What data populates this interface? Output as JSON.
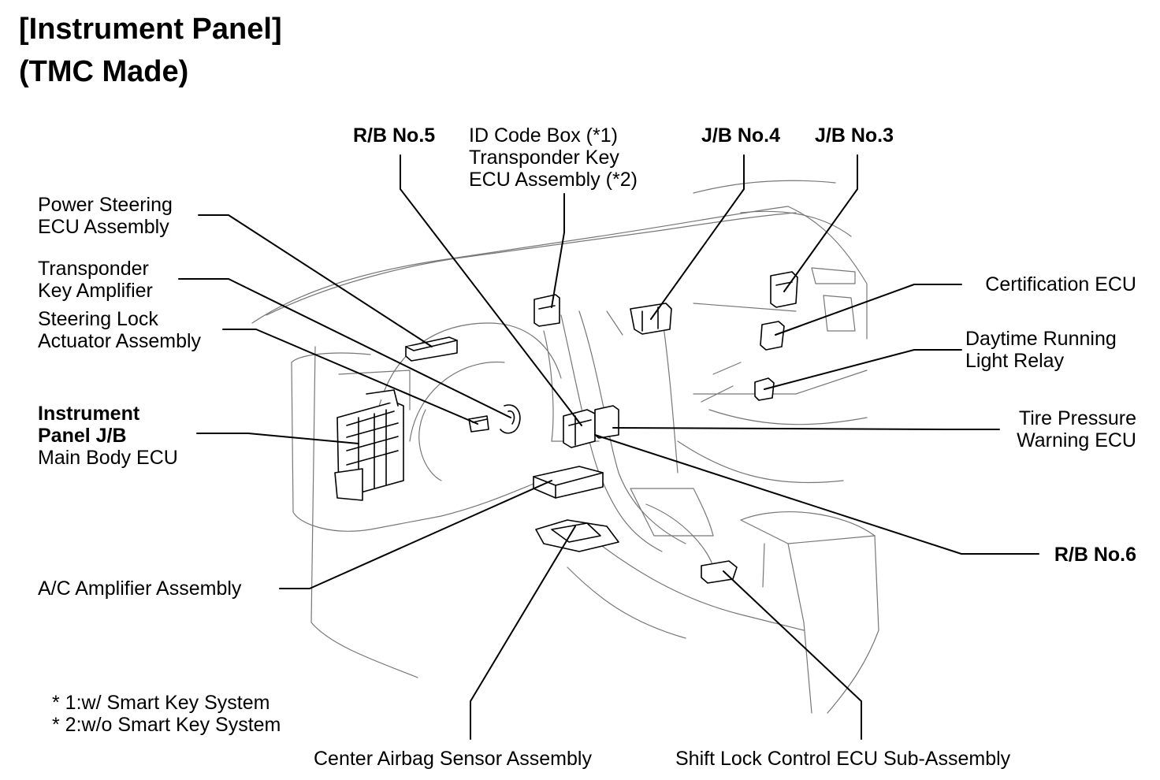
{
  "title": {
    "line1": "[Instrument Panel]",
    "line2": "(TMC Made)"
  },
  "labels": {
    "rb5": "R/B No.5",
    "id_code_box": [
      "ID Code Box (*1)",
      "Transponder Key",
      "ECU Assembly (*2)"
    ],
    "jb4": "J/B No.4",
    "jb3": "J/B No.3",
    "power_steering": [
      "Power Steering",
      "ECU Assembly"
    ],
    "transponder_amp": [
      "Transponder",
      "Key Amplifier"
    ],
    "steering_lock": [
      "Steering Lock",
      "Actuator Assembly"
    ],
    "instrument_jb": [
      "Instrument",
      "Panel J/B",
      "Main Body ECU"
    ],
    "ac_amplifier": "A/C Amplifier Assembly",
    "certification_ecu": "Certification ECU",
    "daytime_relay": [
      "Daytime Running",
      "Light Relay"
    ],
    "tire_pressure": [
      "Tire Pressure",
      "Warning ECU"
    ],
    "rb6": "R/B No.6",
    "center_airbag": "Center Airbag Sensor Assembly",
    "shift_lock": "Shift Lock Control ECU Sub-Assembly"
  },
  "notes": [
    "* 1:w/ Smart Key System",
    "* 2:w/o Smart Key System"
  ],
  "colors": {
    "ink": "#000000",
    "background": "#ffffff"
  }
}
